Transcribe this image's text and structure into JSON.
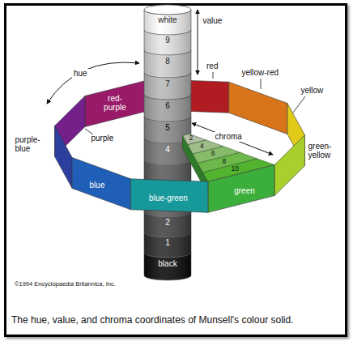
{
  "diagram": {
    "caption": "The hue, value, and chroma coordinates of Munsell's colour solid.",
    "nodes": [
      {
        "text": [
          "white"
        ]
      },
      {
        "text": [
          "9"
        ]
      },
      {
        "text": [
          "8"
        ]
      },
      {
        "text": [
          "7"
        ]
      },
      {
        "text": [
          "6"
        ]
      },
      {
        "text": [
          "5"
        ]
      },
      {
        "text": [
          "4"
        ]
      },
      {
        "text": [
          "2"
        ]
      },
      {
        "text": [
          "1"
        ]
      },
      {
        "text": [
          "black"
        ]
      },
      {
        "text": [
          "red-purple"
        ]
      },
      {
        "text": [
          "blue"
        ]
      },
      {
        "text": [
          "blue-green"
        ]
      },
      {
        "text": [
          "green"
        ]
      }
    ],
    "labels": [
      "value",
      "red",
      "yellow-red",
      "yellow",
      "green-yellow",
      "hue",
      "purple",
      "purple-blue",
      "chroma",
      "2",
      "4",
      "6",
      "8",
      "10",
      "©1994 Encyclopaedia Britannica, Inc."
    ]
  }
}
